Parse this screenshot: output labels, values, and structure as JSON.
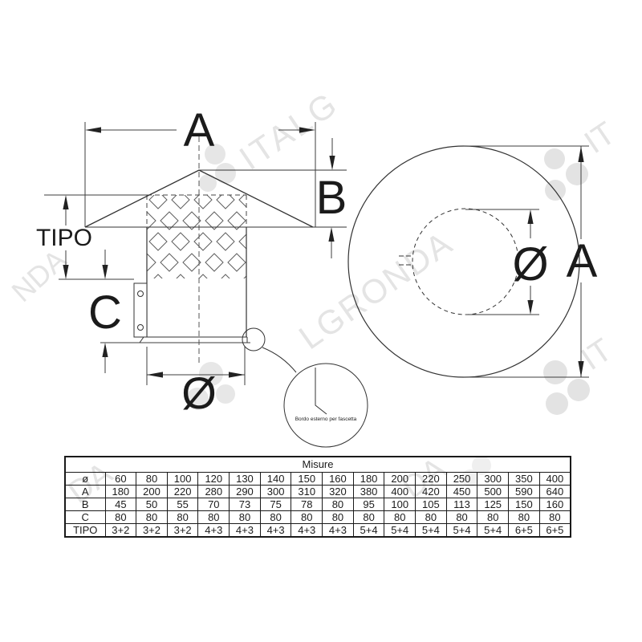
{
  "drawing": {
    "side_view": {
      "dim_width_label": "A",
      "dim_cone_height_label": "B",
      "dim_mesh_band_label": "TIPO",
      "dim_body_height_label": "C",
      "dim_diameter_label": "Ø",
      "detail_note": "Bordo esterno per fascetta"
    },
    "top_view": {
      "dim_outer_label": "A",
      "dim_inner_label": "Ø"
    }
  },
  "watermarks": {
    "w1": "ITALG",
    "w2": "NDA",
    "w3": "LGRONDA",
    "w4": "IT",
    "w5": "IT",
    "w6": "DA",
    "w7": "DA"
  },
  "table": {
    "title": "Misure",
    "rows": [
      {
        "label": "ø",
        "values": [
          "60",
          "80",
          "100",
          "120",
          "130",
          "140",
          "150",
          "160",
          "180",
          "200",
          "220",
          "250",
          "300",
          "350",
          "400"
        ]
      },
      {
        "label": "A",
        "values": [
          "180",
          "200",
          "220",
          "280",
          "290",
          "300",
          "310",
          "320",
          "380",
          "400",
          "420",
          "450",
          "500",
          "590",
          "640"
        ]
      },
      {
        "label": "B",
        "values": [
          "45",
          "50",
          "55",
          "70",
          "73",
          "75",
          "78",
          "80",
          "95",
          "100",
          "105",
          "113",
          "125",
          "150",
          "160"
        ]
      },
      {
        "label": "C",
        "values": [
          "80",
          "80",
          "80",
          "80",
          "80",
          "80",
          "80",
          "80",
          "80",
          "80",
          "80",
          "80",
          "80",
          "80",
          "80"
        ]
      },
      {
        "label": "TIPO",
        "values": [
          "3+2",
          "3+2",
          "3+2",
          "4+3",
          "4+3",
          "4+3",
          "4+3",
          "4+3",
          "5+4",
          "5+4",
          "5+4",
          "5+4",
          "5+4",
          "6+5",
          "6+5"
        ]
      }
    ]
  }
}
